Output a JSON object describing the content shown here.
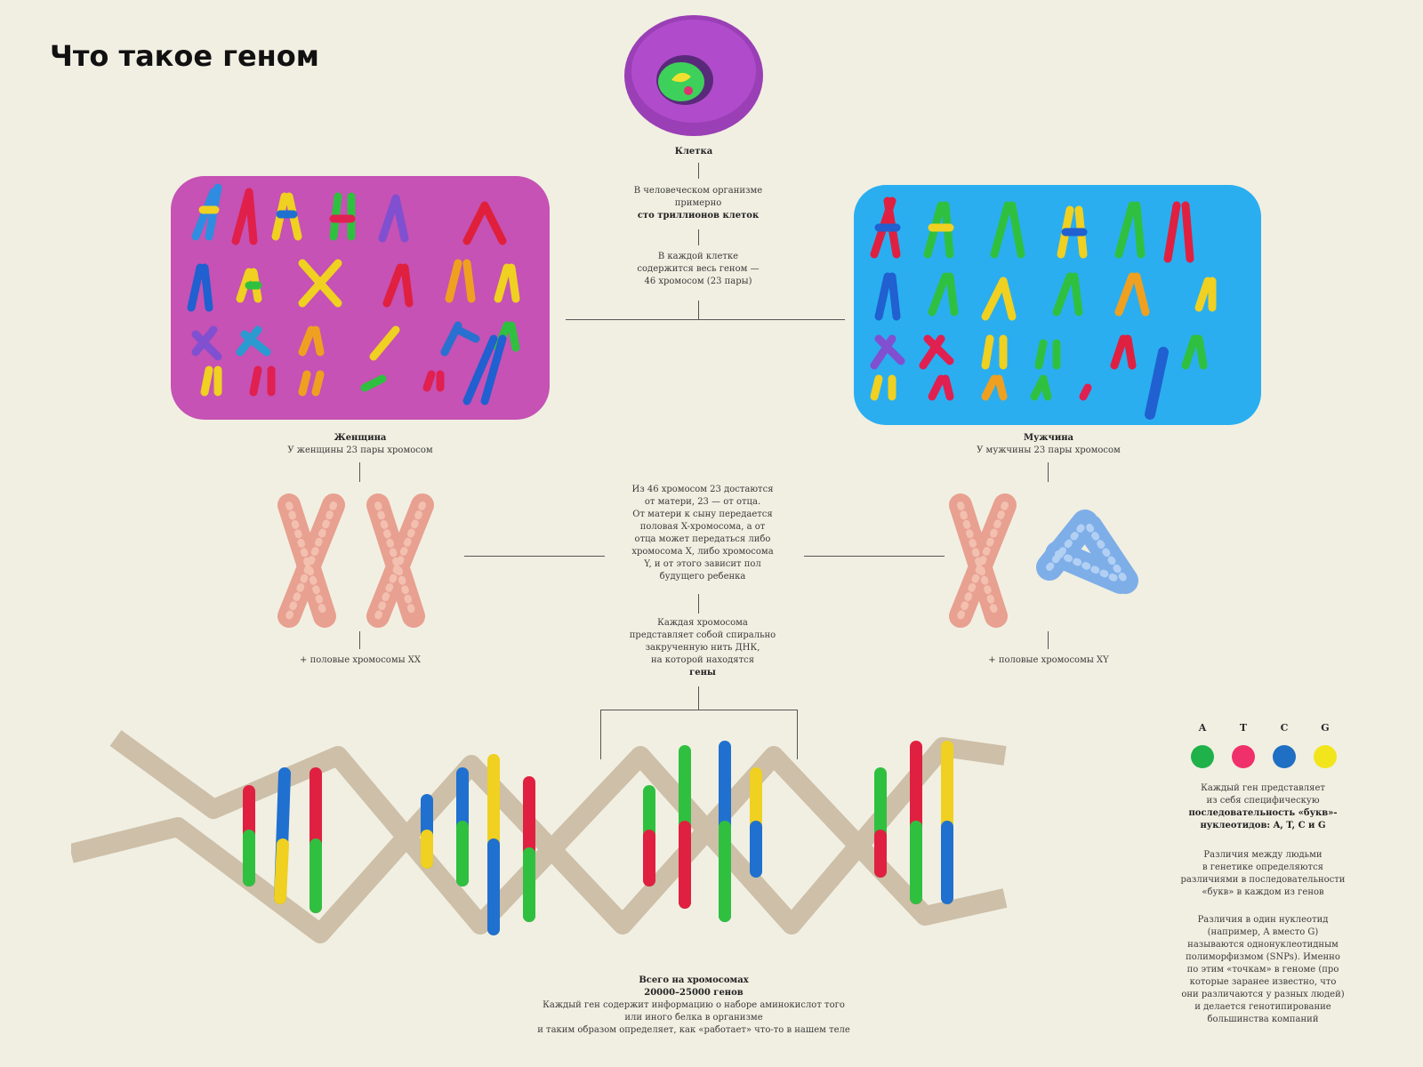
{
  "title": "Что такое геном",
  "cell": {
    "label": "Клетка",
    "count_text_1": "В человеческом организме",
    "count_text_2": "примерно",
    "count_bold": "сто триллионов клеток",
    "contains_text_1": "В каждой клетке",
    "contains_text_2": "содержится весь геном —",
    "contains_text_3": "46 хромосом (23 пары)"
  },
  "woman": {
    "label": "Женщина",
    "sub": "У женщины 23 пары хромосом",
    "sex_chromosomes": "+ половые хромосомы XX"
  },
  "man": {
    "label": "Мужчина",
    "sub": "У мужчины 23 пары хромосом",
    "sex_chromosomes": "+ половые хромосомы XY"
  },
  "inheritance": {
    "lines": [
      "Из 46 хромосом 23 достаются",
      "от матери, 23 — от отца.",
      "От матери к сыну передается",
      "половая X-хромосома, а от",
      "отца может передаться либо",
      "хромосома X, либо хромосома",
      "Y, и от этого зависит пол",
      "будущего ребенка"
    ]
  },
  "chromosome_desc": {
    "lines": [
      "Каждая хромосома",
      "представляет собой спирально",
      "закрученную нить ДНК,",
      "на которой находятся"
    ],
    "bold": "гены"
  },
  "genes_total": {
    "bold_1": "Всего на хромосомах",
    "bold_2": "20000–25000 генов",
    "lines": [
      "Каждый ген содержит информацию о наборе аминокислот того",
      "или иного белка в организме",
      "и таким образом определяет, как «работает» что-то в нашем теле"
    ]
  },
  "legend": {
    "letters": [
      "A",
      "T",
      "C",
      "G"
    ],
    "colors": [
      "#1fb24a",
      "#f0306a",
      "#1f6fc4",
      "#f2e51c"
    ],
    "text_1": "Каждый ген представляет",
    "text_2": "из себя специфическую",
    "bold_1": "последовательность «букв»-",
    "bold_2": "нуклеотидов: A, T, C и G",
    "diff_lines": [
      "Различия между людьми",
      "в генетике определяются",
      "различиями в последовательности",
      "«букв» в каждом из генов"
    ],
    "snp_lines": [
      "Различия в один нуклеотид",
      "(например, A вместо G)",
      "называются однонуклеотидным",
      "полиморфизмом (SNPs). Именно",
      "по этим «точкам» в геноме (про",
      "которые заранее известно, что",
      "они различаются у разных людей)",
      "и делается генотипирование",
      "большинства компаний"
    ]
  }
}
